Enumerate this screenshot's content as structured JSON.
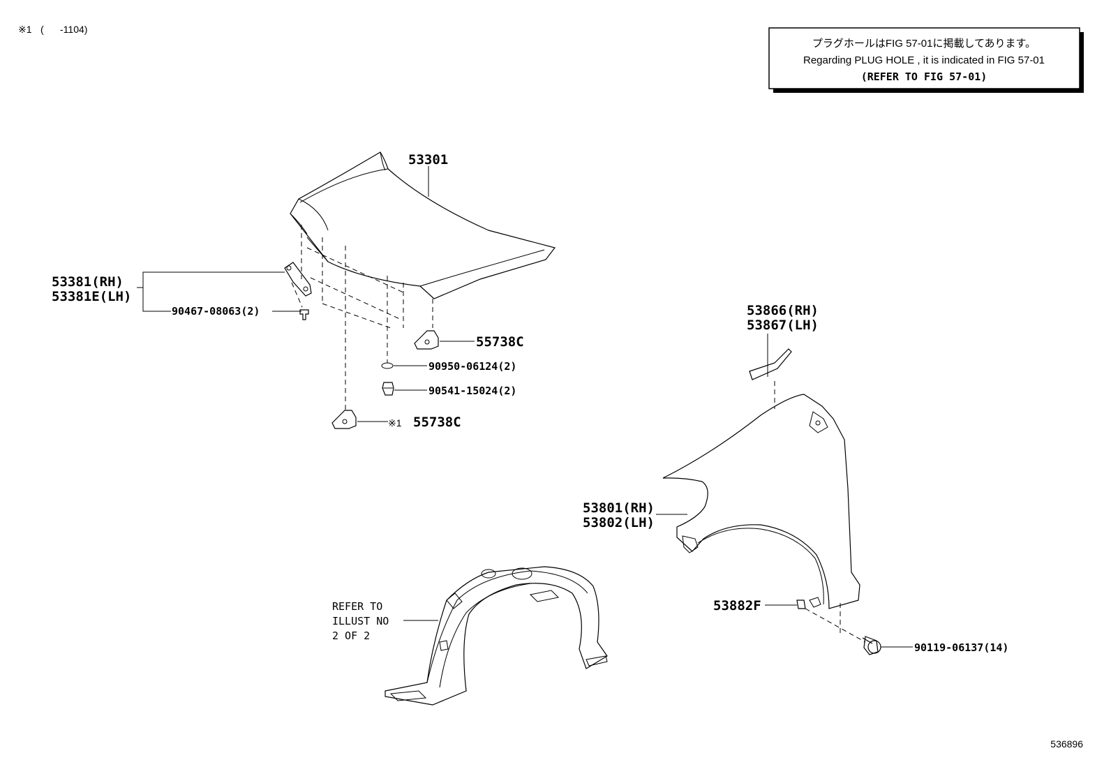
{
  "footnote": {
    "mark": "※1",
    "range": "(      -1104)"
  },
  "note_box": {
    "line_jp": "プラグホールはFIG 57-01に掲載してあります。",
    "line_en": "Regarding PLUG HOLE , it is indicated in FIG 57-01",
    "line_ref": "(REFER TO FIG 57-01)"
  },
  "parts": {
    "hood": "53301",
    "hinge_rh": "53381(RH)",
    "hinge_lh": "53381E(LH)",
    "hinge_bolt": "90467-08063(2)",
    "retainer_top": "55738C",
    "washer": "90950-06124(2)",
    "cushion": "90541-15024(2)",
    "retainer_bottom_mark": "※1",
    "retainer_bottom": "55738C",
    "seal_rh": "53866(RH)",
    "seal_lh": "53867(LH)",
    "fender_rh": "53801(RH)",
    "fender_lh": "53802(LH)",
    "fender_clip": "53882F",
    "fender_bolt": "90119-06137(14)"
  },
  "liner_note": {
    "line1": "REFER TO",
    "line2": "ILLUST NO",
    "line3": "2 OF 2"
  },
  "diagram_id": "536896"
}
